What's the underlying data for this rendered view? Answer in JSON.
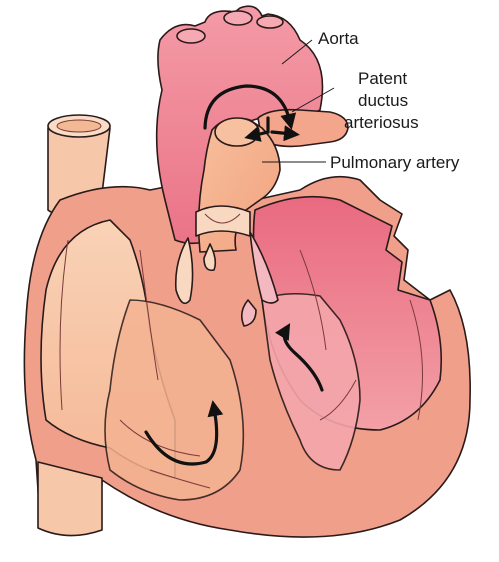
{
  "labels": {
    "aorta": "Aorta",
    "pda_line1": "Patent",
    "pda_line2": "ductus",
    "pda_line3": "arteriosus",
    "pulmonary_artery": "Pulmonary artery"
  },
  "colors": {
    "heart_outer": "#f0a08a",
    "right_side": "#f7c2a3",
    "left_side": "#e88a94",
    "aorta": "#ee7d8e",
    "pulmonary_artery": "#f5b08e",
    "vena_cava": "#f6c7a8",
    "outline": "#2a1a1a"
  }
}
